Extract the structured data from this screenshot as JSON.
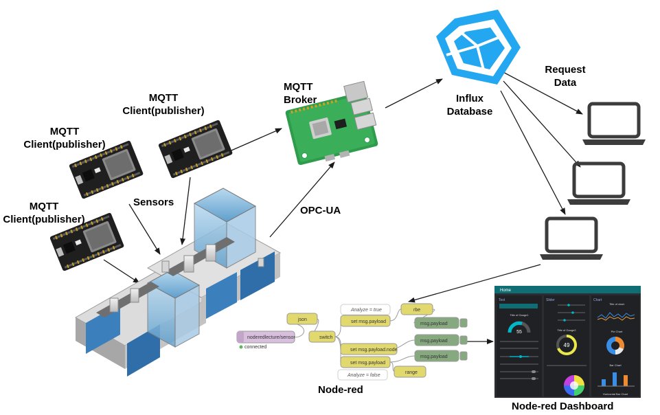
{
  "labels": {
    "mqtt_client_1": [
      "MQTT",
      "Client(publisher)"
    ],
    "mqtt_client_2": [
      "MQTT",
      "Client(publisher)"
    ],
    "mqtt_client_3": [
      "MQTT",
      "Client(publisher)"
    ],
    "mqtt_broker": [
      "MQTT",
      "Broker"
    ],
    "influx": [
      "Influx",
      "Database"
    ],
    "request_data": [
      "Request",
      "Data"
    ],
    "sensors": "Sensors",
    "opc_ua": "OPC-UA",
    "node_red": "Node-red",
    "dashboard": "Node-red Dashboard"
  },
  "node_red_flow": {
    "input_node": "noderedlecture/sensor",
    "input_status": "connected",
    "json_node": "json",
    "switch_node": "switch",
    "comment_true": "Analyze = true",
    "comment_false": "Analyze = false",
    "change_1": "set msg.payload",
    "change_2": "set msg.payload.node",
    "change_3": "set msg.payload",
    "rbe_node": "rbe",
    "range_node": "range",
    "debug_1": "msg.payload",
    "debug_2": "msg.payload",
    "debug_3": "msg.payload"
  },
  "dashboard_ui": {
    "header": "Home",
    "group_1": "Test",
    "group_2": "Slider",
    "group_3": "Chart",
    "gauge_1_title": "Title of Gauge1",
    "gauge_1_value": "55",
    "gauge_2_title": "Title of Gauge2",
    "gauge_2_value": "49",
    "chart_1_title": "Title of chart",
    "chart_2_title": "Pie Chart",
    "chart_3_title": "Bar Chart",
    "chart_4_title": "Horizontal Bar Chart"
  },
  "colors": {
    "influx_blue": "#22a7f0",
    "arrow": "#1a1a1a",
    "nr_yellow": "#e2d96e",
    "nr_green": "#87a980",
    "nr_purple": "#d7bfdd",
    "nr_comment": "#ffffff",
    "dash_bg": "#2b2d30",
    "dash_header": "#0f6e73"
  }
}
